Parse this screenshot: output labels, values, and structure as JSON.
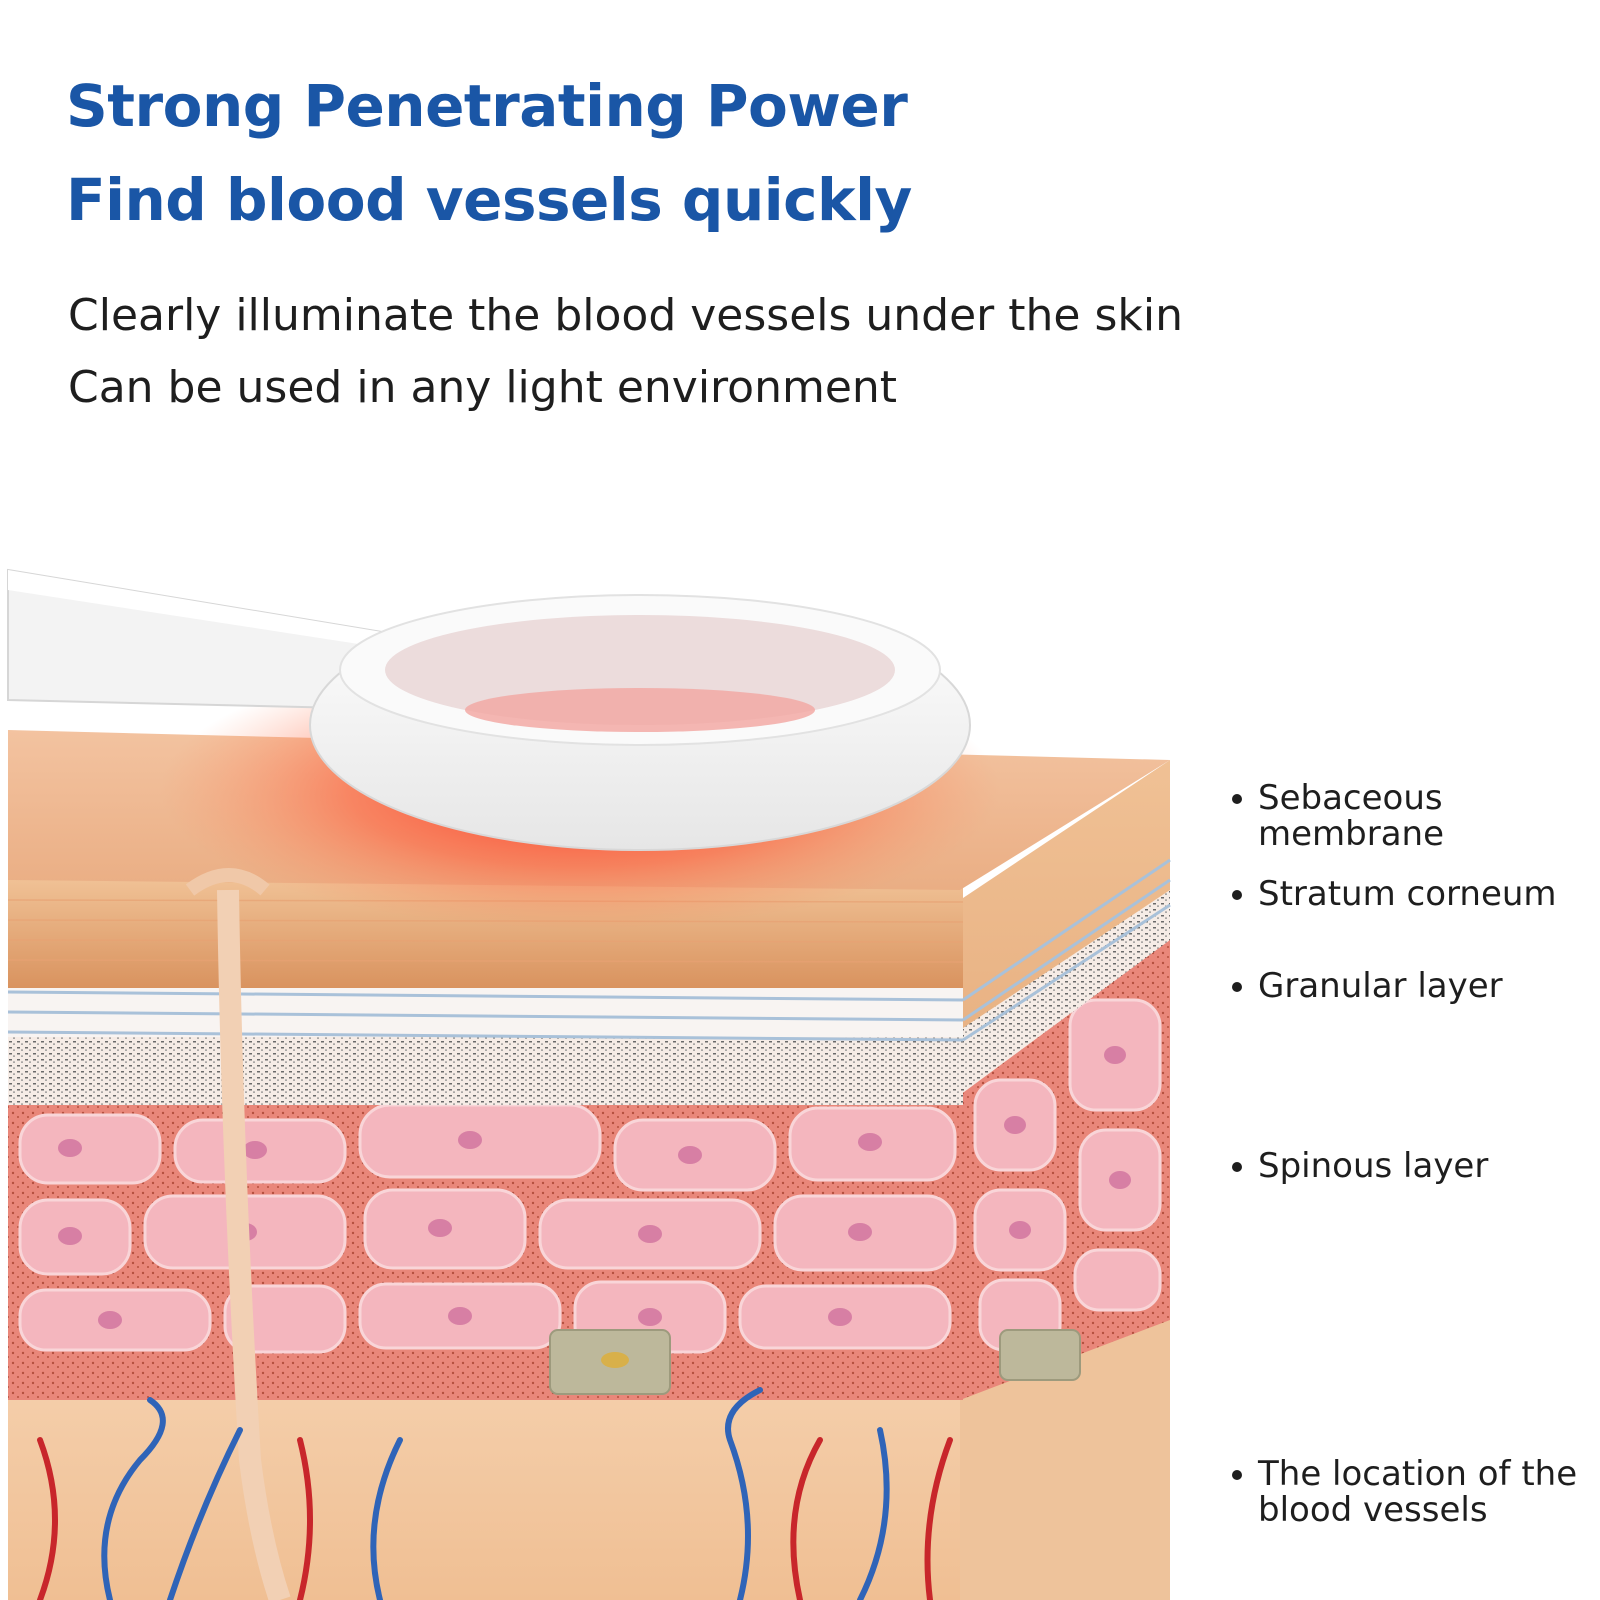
{
  "heading": {
    "line1": "Strong Penetrating Power",
    "line2": "Find blood vessels quickly"
  },
  "subheading": {
    "line1": "Clearly illuminate the blood vessels under the skin",
    "line2": "Can be used in any light environment"
  },
  "layers": [
    {
      "label": "Sebaceous membrane"
    },
    {
      "label": "Stratum corneum"
    },
    {
      "label": "Granular layer"
    },
    {
      "label": "Spinous layer"
    },
    {
      "label": "The location of the blood vessels"
    }
  ],
  "colors": {
    "heading": "#1a56a6",
    "skin_surface": "#eeb78f",
    "cell_fill": "#f4b6be",
    "dermis": "#f2c7a1",
    "glow": "#ff3a2a",
    "vein": "#2f64b8",
    "artery": "#c8262b"
  },
  "icons": [
    "vein-finder-device",
    "skin-cross-section"
  ]
}
